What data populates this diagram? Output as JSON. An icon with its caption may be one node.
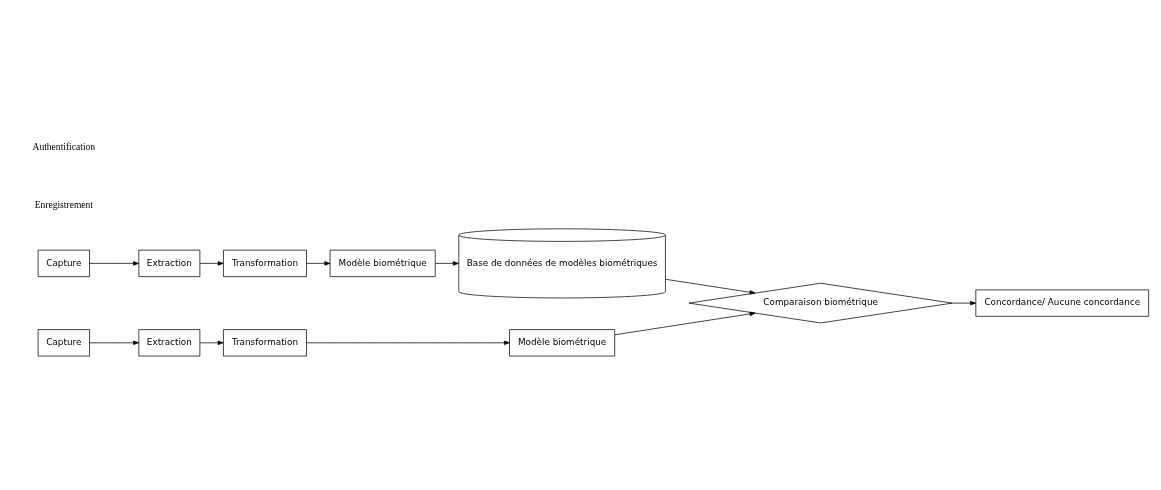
{
  "diagram": {
    "nodes": [
      {
        "text": [
          "Capture"
        ]
      },
      {
        "text": [
          "Extraction"
        ]
      },
      {
        "text": [
          "Transformation"
        ]
      },
      {
        "text": [
          "Modèle biométrique"
        ]
      },
      {
        "text": [
          "Base de données de modèles biométriques"
        ]
      },
      {
        "text": [
          "Comparaison biométrique"
        ]
      },
      {
        "text": [
          "Concordance/ Aucune concordance"
        ]
      },
      {
        "text": [
          "Capture"
        ]
      },
      {
        "text": [
          "Extraction"
        ]
      },
      {
        "text": [
          "Transformation"
        ]
      },
      {
        "text": [
          "Modèle biométrique"
        ]
      }
    ],
    "edges": [
      {
        "from": 0,
        "to": 1,
        "arrow": "to"
      },
      {
        "from": 1,
        "to": 2,
        "arrow": "to"
      },
      {
        "from": 2,
        "to": 3,
        "arrow": "to"
      },
      {
        "from": 3,
        "to": 4,
        "arrow": "to"
      },
      {
        "from": 4,
        "to": 5,
        "arrow": "to"
      },
      {
        "from": 5,
        "to": 6,
        "arrow": "to"
      },
      {
        "from": 7,
        "to": 8,
        "arrow": "to"
      },
      {
        "from": 8,
        "to": 9,
        "arrow": "to"
      },
      {
        "from": 9,
        "to": 10,
        "arrow": "to"
      },
      {
        "from": 10,
        "to": 5,
        "arrow": "to"
      }
    ],
    "labels": [
      "Enregistrement",
      "Authentification"
    ]
  }
}
